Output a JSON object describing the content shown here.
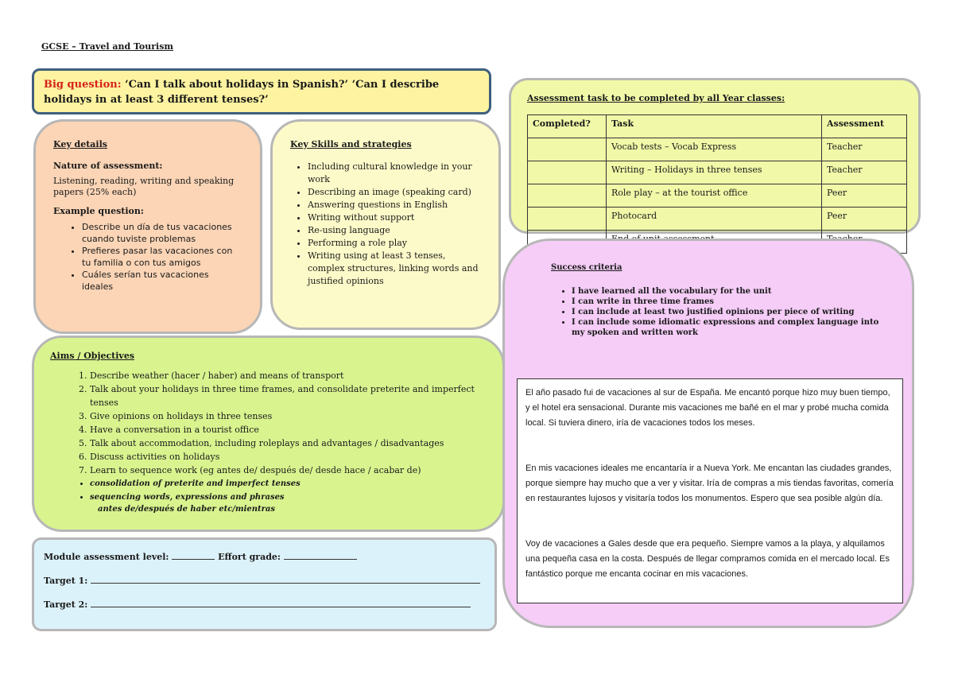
{
  "title": "GCSE – Travel and Tourism",
  "big_question": {
    "label": "Big question:",
    "text": " ‘Can I talk about holidays in Spanish?’ ‘Can I describe holidays in at least 3 different tenses?’"
  },
  "key_details": {
    "heading": "Key details",
    "nature_heading": "Nature of assessment:",
    "nature_text": "Listening, reading, writing and speaking papers (25% each)",
    "example_heading": "Example question:",
    "examples": [
      "Describe un día de tus vacaciones cuando tuviste problemas",
      "Prefieres pasar las vacaciones con tu familia o con tus amigos",
      "Cuáles serían tus vacaciones ideales"
    ]
  },
  "skills": {
    "heading": "Key Skills and strategies",
    "items": [
      "Including cultural knowledge in your work",
      "Describing an image (speaking card)",
      "Answering questions in English",
      "Writing without support",
      "Re-using language",
      "Performing a role play",
      "Writing using at least 3 tenses, complex structures, linking words and justified opinions"
    ]
  },
  "aims": {
    "heading": "Aims / Objectives",
    "items": [
      "Describe weather (hacer / haber) and means of transport",
      "Talk about your holidays in three time frames, and consolidate preterite and imperfect tenses",
      "Give opinions on holidays in three tenses",
      "Have a conversation in a tourist office",
      "Talk about accommodation, including roleplays and advantages / disadvantages",
      "Discuss activities on holidays",
      "Learn to sequence work (eg antes de/ después de/ desde hace / acabar de)"
    ],
    "extras": [
      "consolidation of preterite and imperfect tenses",
      "sequencing words, expressions and phrases"
    ],
    "extra_line": "antes de/después de haber etc/mientras"
  },
  "module": {
    "level_label": "Module assessment level:",
    "effort_label": "Effort grade:",
    "target1_label": "Target 1:",
    "target2_label": "Target 2:"
  },
  "assessment": {
    "heading": "Assessment task to be completed by all Year classes:",
    "headers": [
      "Completed?",
      "Task",
      "Assessment"
    ],
    "rows": [
      [
        "",
        "Vocab tests – Vocab Express",
        "Teacher"
      ],
      [
        "",
        "Writing – Holidays in three tenses",
        "Teacher"
      ],
      [
        "",
        "Role play – at the tourist office",
        "Peer"
      ],
      [
        "",
        "Photocard",
        "Peer"
      ],
      [
        "",
        "End of unit assessment",
        "Teacher"
      ]
    ]
  },
  "success": {
    "heading": "Success criteria",
    "items": [
      "I have learned all the vocabulary for the unit",
      "I can write in three time frames",
      "I can include at least two justified opinions per piece of writing",
      "I can include some idiomatic expressions and complex language into my spoken and written work"
    ]
  },
  "texts": [
    "El año pasado fui de vacaciones al sur de España. Me encantó porque hizo muy buen tiempo, y el hotel era sensacional. Durante mis vacaciones me bañé en el mar y probé mucha comida local. Si tuviera dinero, iría de vacaciones todos los meses.",
    "En mis vacaciones ideales me encantaría ir a Nueva York. Me encantan las ciudades grandes, porque siempre hay mucho que a ver y visitar. Iría de compras a mis tiendas favoritas, comería en restaurantes lujosos y visitaría todos los monumentos. Espero que sea posible algún día.",
    "Voy de vacaciones a Gales desde que era pequeño. Siempre vamos a la playa, y alquilamos una pequeña casa en la costa. Después de llegar compramos comida en el mercado local. Es fantástico porque me encanta cocinar en mis vacaciones."
  ]
}
